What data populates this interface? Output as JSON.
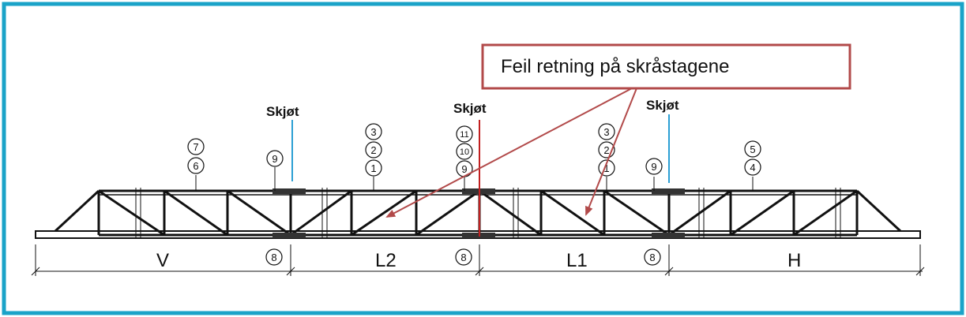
{
  "callout": {
    "text": "Feil retning på skråstagene",
    "color": "#b24a4a"
  },
  "frame": {
    "border_color": "#1aa3c8"
  },
  "joints": [
    {
      "label": "Skjøt",
      "line_color": "#2b9fd4"
    },
    {
      "label": "Skjøt",
      "line_color": "#c22020"
    },
    {
      "label": "Skjøt",
      "line_color": "#2b9fd4"
    }
  ],
  "segments": [
    "V",
    "L2",
    "L1",
    "H"
  ],
  "circled_numbers": {
    "v_top": [
      "7",
      "6"
    ],
    "joint1_top": "9",
    "l2_top": [
      "3",
      "2",
      "1"
    ],
    "joint2_top": [
      "11",
      "10",
      "9"
    ],
    "l1_top": [
      "3",
      "2",
      "1"
    ],
    "joint3_top": "9",
    "h_top": [
      "5",
      "4"
    ],
    "bottom": [
      "8",
      "8",
      "8"
    ]
  }
}
